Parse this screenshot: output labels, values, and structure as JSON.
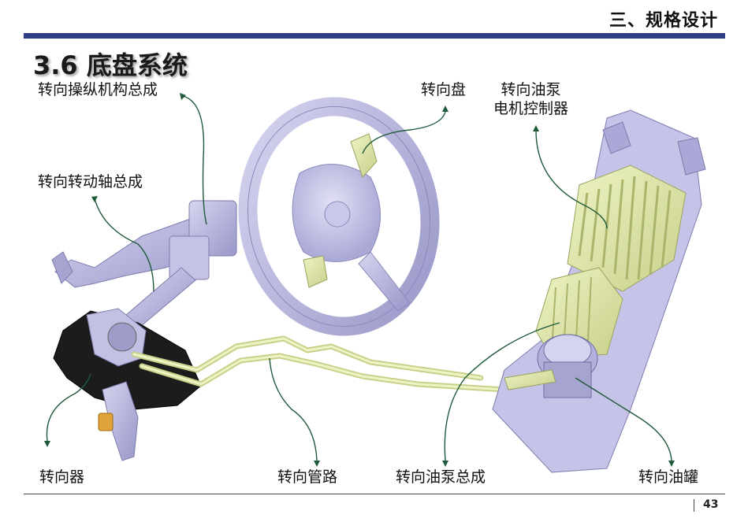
{
  "header": {
    "section_title": "三、规格设计"
  },
  "slide": {
    "heading": "3.6 底盘系统"
  },
  "labels": {
    "steering_control_assembly": "转向操纵机构总成",
    "steering_wheel": "转向盘",
    "pump_motor_controller_line1": "转向油泵",
    "pump_motor_controller_line2": "电机控制器",
    "steering_shaft_assembly": "转向转动轴总成",
    "steering_gear": "转向器",
    "steering_pipeline": "转向管路",
    "steering_pump_assembly": "转向油泵总成",
    "steering_oil_tank": "转向油罐"
  },
  "footer": {
    "page_number": "43"
  },
  "colors": {
    "rule": "#2e3f86",
    "part_lavender": "#b9b8df",
    "part_yellow": "#dfe6a6",
    "leader": "#1f5a3a",
    "gear_dark": "#1c1c1c"
  }
}
